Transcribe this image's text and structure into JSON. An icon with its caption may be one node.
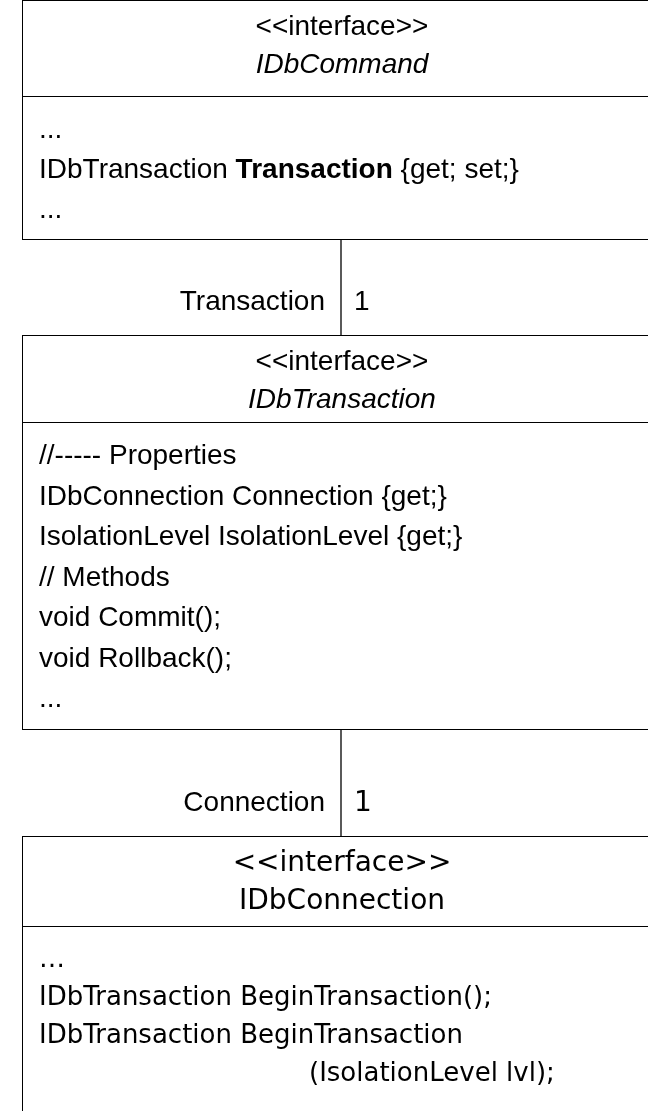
{
  "diagram": {
    "nodes": [
      {
        "text": [
          "<<interface>>",
          "*IDbCommand*",
          "...",
          "IDbTransaction **Transaction** {get; set;}",
          "..."
        ]
      },
      {
        "text": [
          "<<interface>>",
          "*IDbTransaction*",
          "//----- Properties",
          "IDbConnection Connection {get;}",
          "IsolationLevel IsolationLevel {get;}",
          "// Methods",
          "void Commit();",
          "void Rollback();",
          "..."
        ]
      },
      {
        "text": [
          "<<interface>>",
          "IDbConnection",
          "…",
          "IDbTransaction BeginTransaction();",
          "IDbTransaction BeginTransaction (IsolationLevel lvl);"
        ]
      }
    ],
    "edges": [
      {
        "from": 0,
        "to": 1,
        "arrow": "none",
        "label": "Transaction"
      },
      {
        "from": 1,
        "to": 2,
        "arrow": "none",
        "label": "Connection"
      }
    ],
    "labels": [
      "1",
      "1"
    ]
  }
}
